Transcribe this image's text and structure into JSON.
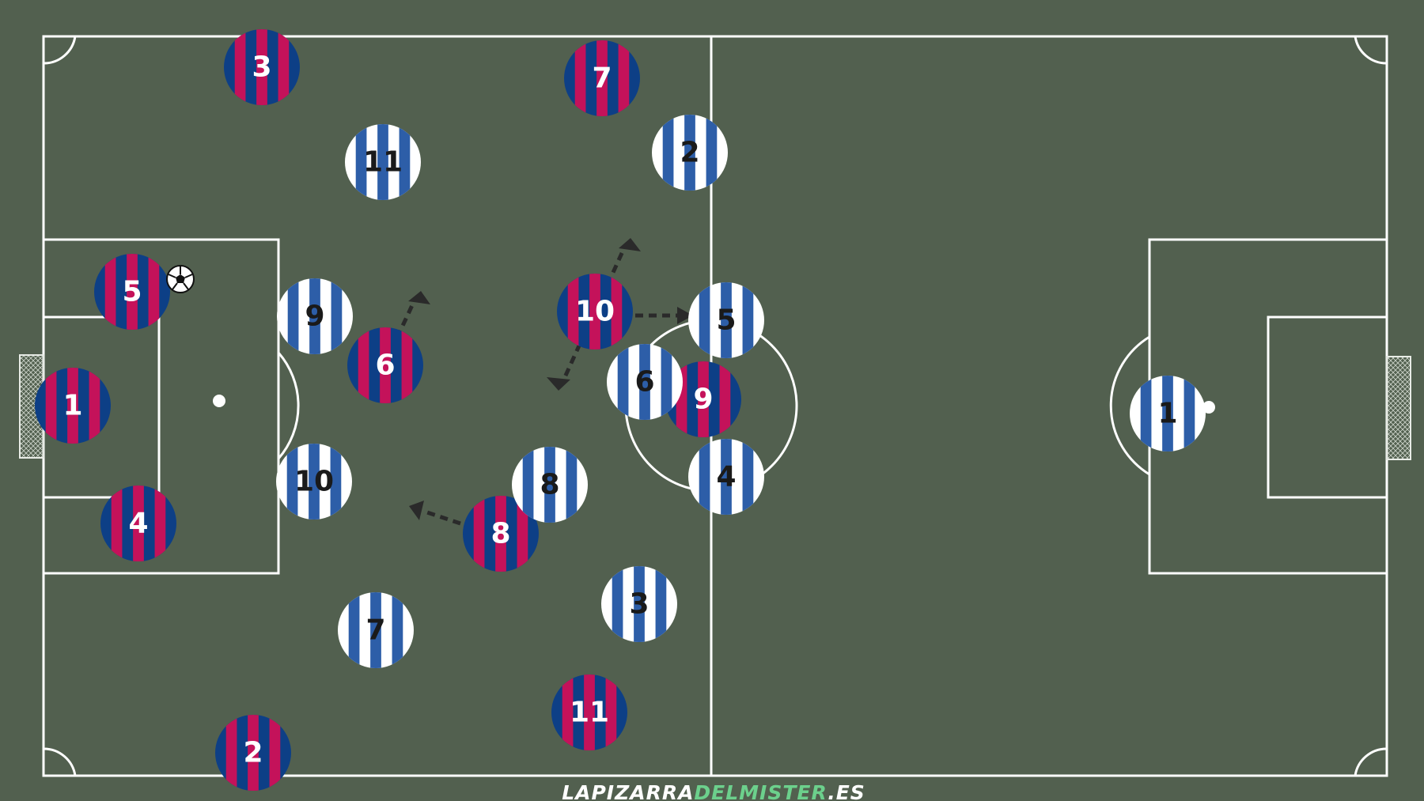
{
  "colors": {
    "pitch": "#52604f",
    "lines": "#ffffff",
    "team_red_stripe": "#c4125a",
    "team_red_base": "#0d3f86",
    "team_blue_stripe": "#2d5ea8",
    "team_blue_base": "#ffffff",
    "arrow": "#2a2a2a",
    "credit_green": "#6cd08c"
  },
  "red_team": [
    {
      "number": "3"
    },
    {
      "number": "7"
    },
    {
      "number": "5"
    },
    {
      "number": "1"
    },
    {
      "number": "4"
    },
    {
      "number": "6"
    },
    {
      "number": "10"
    },
    {
      "number": "9"
    },
    {
      "number": "8"
    },
    {
      "number": "11"
    },
    {
      "number": "2"
    }
  ],
  "blue_team": [
    {
      "number": "11"
    },
    {
      "number": "2"
    },
    {
      "number": "9"
    },
    {
      "number": "5"
    },
    {
      "number": "6"
    },
    {
      "number": "10"
    },
    {
      "number": "8"
    },
    {
      "number": "4"
    },
    {
      "number": "7"
    },
    {
      "number": "3"
    },
    {
      "number": "1"
    }
  ],
  "ball": "soccer-ball-icon",
  "credit": {
    "part1": "LAPIZARRA",
    "part2": "DELMISTER",
    "part3": ".ES"
  }
}
